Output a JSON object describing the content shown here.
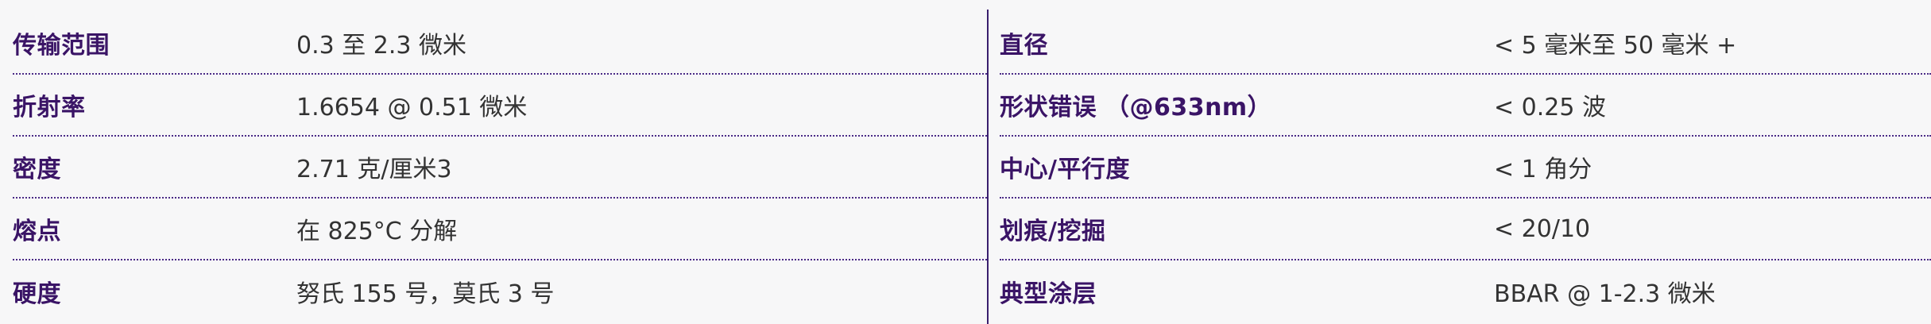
{
  "left_rows": [
    {
      "label": "传输范围",
      "value": "0.3 至 2.3 微米"
    },
    {
      "label": "折射率",
      "value": "1.6654 @ 0.51 微米"
    },
    {
      "label": "密度",
      "value": "2.71 克/厘米3"
    },
    {
      "label": "熔点",
      "value": "在 825°C 分解"
    },
    {
      "label": "硬度",
      "value": "努氏 155 号，莫氏 3 号"
    }
  ],
  "right_rows": [
    {
      "label": "直径",
      "value": "< 5 毫米至 50 毫米 +"
    },
    {
      "label": "形状错误 （@633nm）",
      "value": "< 0.25 波"
    },
    {
      "label": "中心/平行度",
      "value": "< 1 角分"
    },
    {
      "label": "划痕/挖掘",
      "value": "< 20/10"
    },
    {
      "label": "典型涂层",
      "value": "BBAR @ 1-2.3 微米"
    }
  ],
  "colors": {
    "label": "#3a1466",
    "value": "#333333",
    "divider": "#3a1f6e",
    "background": "#f7f7f8"
  }
}
